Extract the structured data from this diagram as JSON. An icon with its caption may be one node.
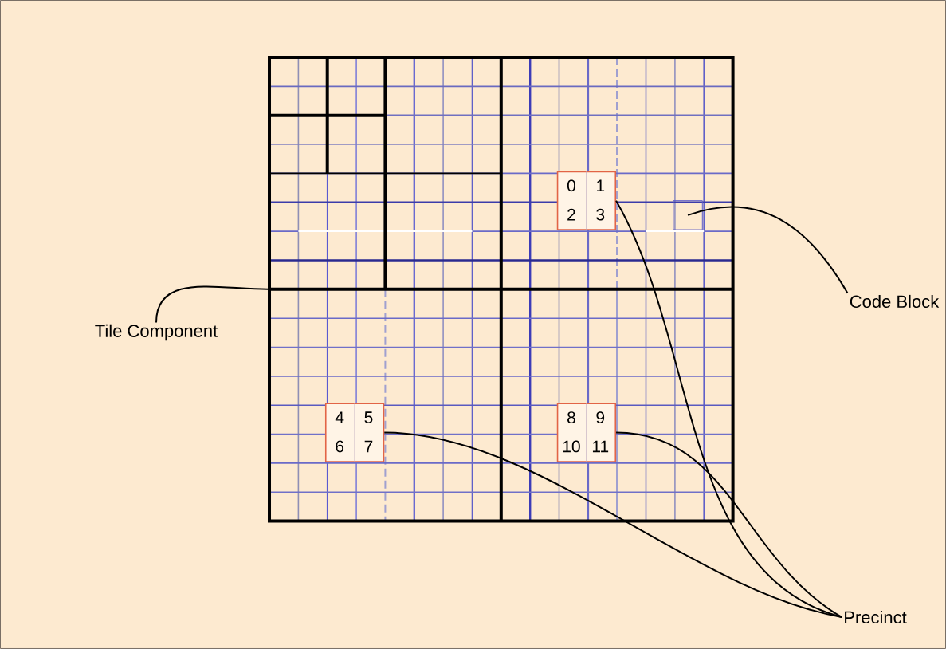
{
  "diagram": {
    "nodes": [
      {
        "text": [],
        "shape": "box"
      },
      {
        "text": [
          "0",
          "1",
          "2",
          "3"
        ],
        "in": 0
      },
      {
        "text": [
          "4",
          "5",
          "6",
          "7"
        ],
        "in": 0
      },
      {
        "text": [
          "8",
          "9",
          "10",
          "11"
        ],
        "in": 0
      },
      {
        "text": [],
        "shape": "box",
        "in": 0
      },
      {
        "text": [
          "Tile Component"
        ]
      },
      {
        "text": [
          "Code Block"
        ]
      },
      {
        "text": [
          "Precinct"
        ]
      }
    ],
    "edges": [
      {
        "from": 5,
        "to": 0,
        "arrow": "none"
      },
      {
        "from": 6,
        "to": 4,
        "arrow": "none"
      },
      {
        "from": 7,
        "to": 1,
        "arrow": "none"
      },
      {
        "from": 7,
        "to": 2,
        "arrow": "none"
      },
      {
        "from": 7,
        "to": 3,
        "arrow": "none"
      }
    ]
  }
}
